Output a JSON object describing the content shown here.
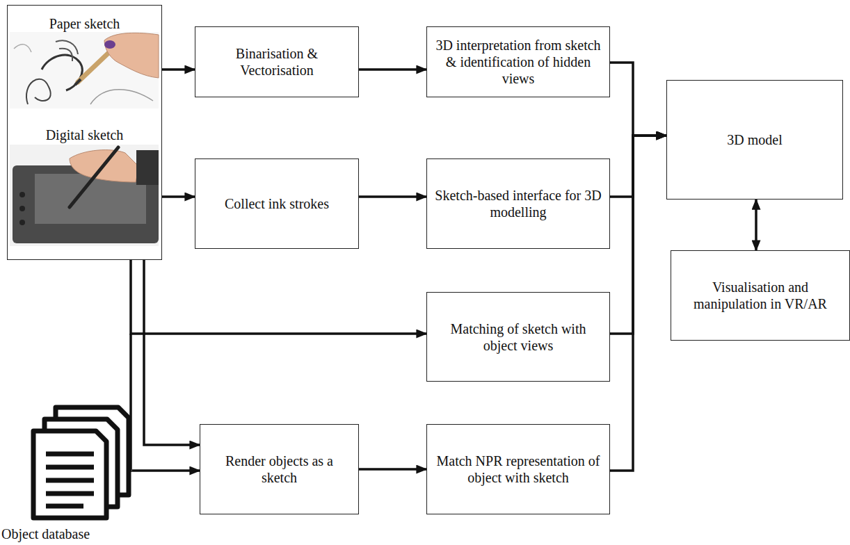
{
  "diagram": {
    "nodes": [
      {
        "text": [
          "Paper sketch",
          "Digital sketch"
        ]
      },
      {
        "text": [
          "Binarisation & Vectorisation"
        ]
      },
      {
        "text": [
          "3D interpretation from sketch & identification of hidden views"
        ]
      },
      {
        "text": [
          "Collect ink strokes"
        ]
      },
      {
        "text": [
          "Sketch-based interface for 3D modelling"
        ]
      },
      {
        "text": [
          "Matching of sketch with object views"
        ]
      },
      {
        "text": [
          "Render objects as a sketch"
        ]
      },
      {
        "text": [
          "Match NPR representation of object with sketch"
        ]
      },
      {
        "text": [
          "3D model"
        ]
      },
      {
        "text": [
          "Visualisation and manipulation in VR/AR"
        ]
      },
      {
        "text": [
          "Object database"
        ]
      }
    ],
    "edges": [
      {
        "from": 0,
        "to": 1,
        "arrow": "to"
      },
      {
        "from": 1,
        "to": 2,
        "arrow": "to"
      },
      {
        "from": 0,
        "to": 3,
        "arrow": "to"
      },
      {
        "from": 3,
        "to": 4,
        "arrow": "to"
      },
      {
        "from": 0,
        "to": 5,
        "arrow": "to"
      },
      {
        "from": 0,
        "to": 6,
        "arrow": "to"
      },
      {
        "from": 10,
        "to": 6,
        "arrow": "to"
      },
      {
        "from": 6,
        "to": 7,
        "arrow": "to"
      },
      {
        "from": 2,
        "to": 8,
        "arrow": "to"
      },
      {
        "from": 4,
        "to": 8,
        "arrow": "to"
      },
      {
        "from": 5,
        "to": 8,
        "arrow": "to"
      },
      {
        "from": 7,
        "to": 8,
        "arrow": "to"
      },
      {
        "from": 8,
        "to": 9,
        "arrow": "both"
      }
    ]
  }
}
